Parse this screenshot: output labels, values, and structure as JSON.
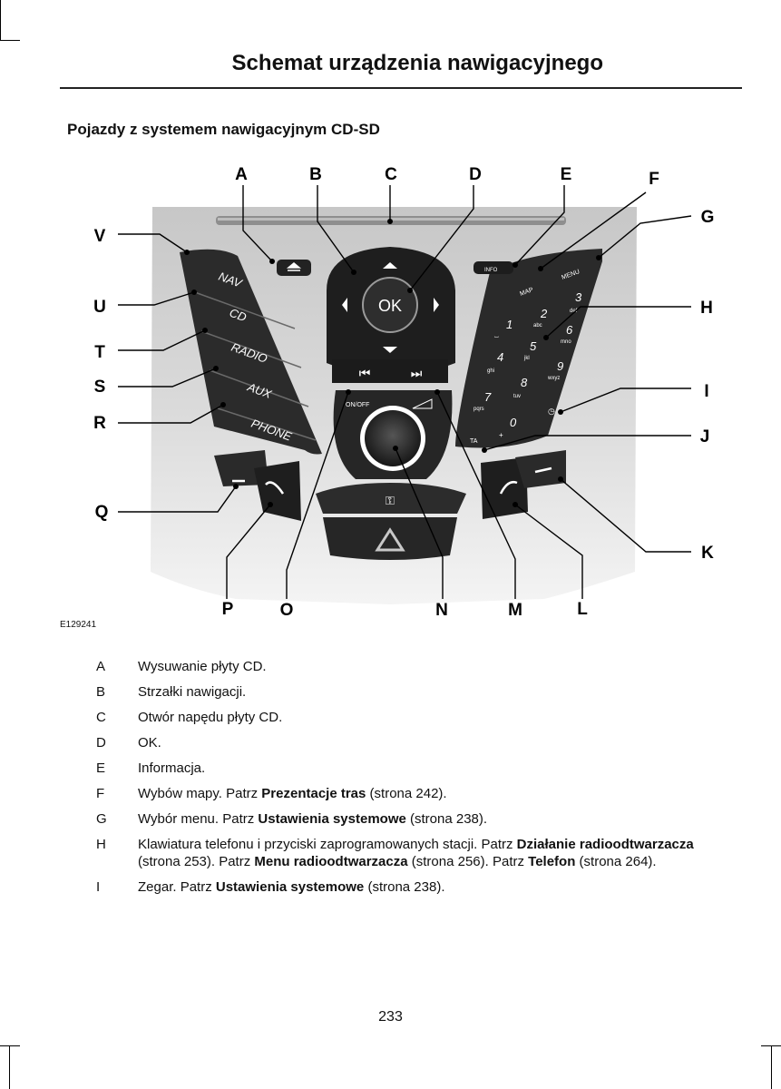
{
  "page": {
    "title": "Schemat urządzenia nawigacyjnego",
    "subtitle": "Pojazdy z systemem nawigacyjnym CD-SD",
    "figure_id": "E129241",
    "page_number": "233"
  },
  "figure": {
    "callouts": [
      "A",
      "B",
      "C",
      "D",
      "E",
      "F",
      "G",
      "H",
      "I",
      "J",
      "K",
      "L",
      "M",
      "N",
      "O",
      "P",
      "Q",
      "R",
      "S",
      "T",
      "U",
      "V"
    ],
    "left_buttons": [
      "NAV",
      "CD",
      "RADIO",
      "AUX",
      "PHONE"
    ],
    "ok_label": "OK",
    "onoff_label": "ON/OFF",
    "info_label": "INFO",
    "map_label": "MAP",
    "menu_label": "MENU",
    "ta_label": "TA",
    "keypad": [
      {
        "n": "1",
        "s": "⌴"
      },
      {
        "n": "2",
        "s": "abc"
      },
      {
        "n": "3",
        "s": "def"
      },
      {
        "n": "4",
        "s": "ghi"
      },
      {
        "n": "5",
        "s": "jkl"
      },
      {
        "n": "6",
        "s": "mno"
      },
      {
        "n": "7",
        "s": "pqrs"
      },
      {
        "n": "8",
        "s": "tuv"
      },
      {
        "n": "9",
        "s": "wxyz"
      },
      {
        "n": "0",
        "s": "+"
      }
    ]
  },
  "legend": [
    {
      "key": "A",
      "text": "Wysuwanie płyty CD."
    },
    {
      "key": "B",
      "text": "Strzałki nawigacji."
    },
    {
      "key": "C",
      "text": "Otwór napędu płyty CD."
    },
    {
      "key": "D",
      "text": "OK."
    },
    {
      "key": "E",
      "text": "Informacja."
    },
    {
      "key": "F",
      "p1": "Wybów mapy.  Patrz ",
      "b1": "Prezentacje tras",
      "p2": "  (strona 242)."
    },
    {
      "key": "G",
      "p1": "Wybór menu.  Patrz ",
      "b1": "Ustawienia systemowe",
      "p2": "  (strona 238)."
    },
    {
      "key": "H",
      "p1": "Klawiatura telefonu i przyciski zaprogramowanych stacji.  Patrz ",
      "b1": "Działanie radioodtwarzacza",
      "p2": " (strona 253).  Patrz ",
      "b2": "Menu radioodtwarzacza",
      "p3": " (strona 256).  Patrz ",
      "b3": "Telefon",
      "p4": " (strona 264)."
    },
    {
      "key": "I",
      "p1": "Zegar.  Patrz ",
      "b1": "Ustawienia systemowe",
      "p2": "  (strona 238)."
    }
  ]
}
